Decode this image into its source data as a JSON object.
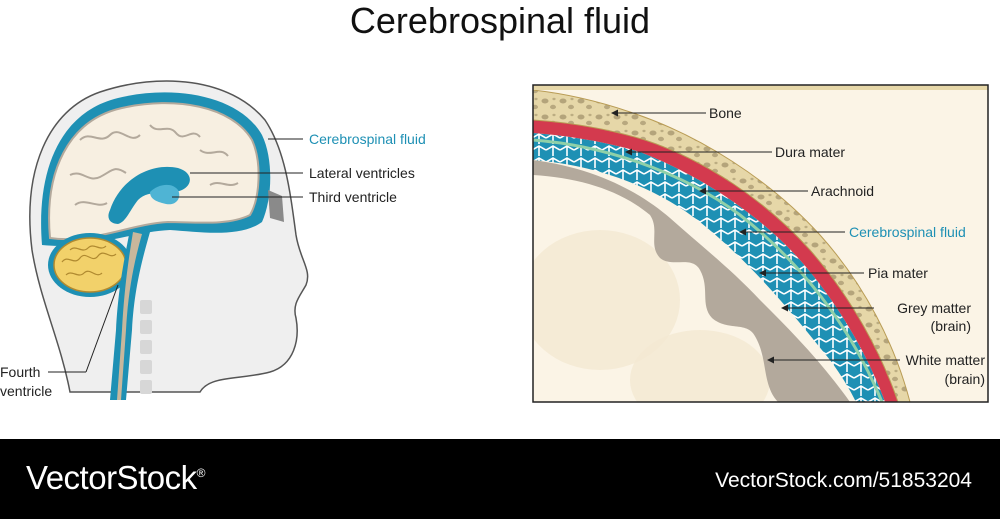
{
  "title": "Cerebrospinal fluid",
  "colors": {
    "csf": "#1e90b4",
    "dura": "#d33a4e",
    "bone": "#e6d7a8",
    "brain": "#f7efe1",
    "grey_matter": "#b3a99c",
    "cerebellum": "#f2d16a",
    "footer_bg": "#000000"
  },
  "head_labels": {
    "csf": "Cerebrospinal fluid",
    "lateral": "Lateral ventricles",
    "third": "Third ventricle",
    "fourth_line1": "Fourth",
    "fourth_line2": "ventricle"
  },
  "section_labels": {
    "bone": "Bone",
    "dura": "Dura mater",
    "arachnoid": "Arachnoid",
    "csf": "Cerebrospinal fluid",
    "pia": "Pia mater",
    "grey_line1": "Grey matter",
    "grey_line2": "(brain)",
    "white_line1": "White matter",
    "white_line2": "(brain)"
  },
  "footer": {
    "brand": "VectorStock",
    "brand_mark": "®",
    "url": "VectorStock.com/51853204"
  }
}
